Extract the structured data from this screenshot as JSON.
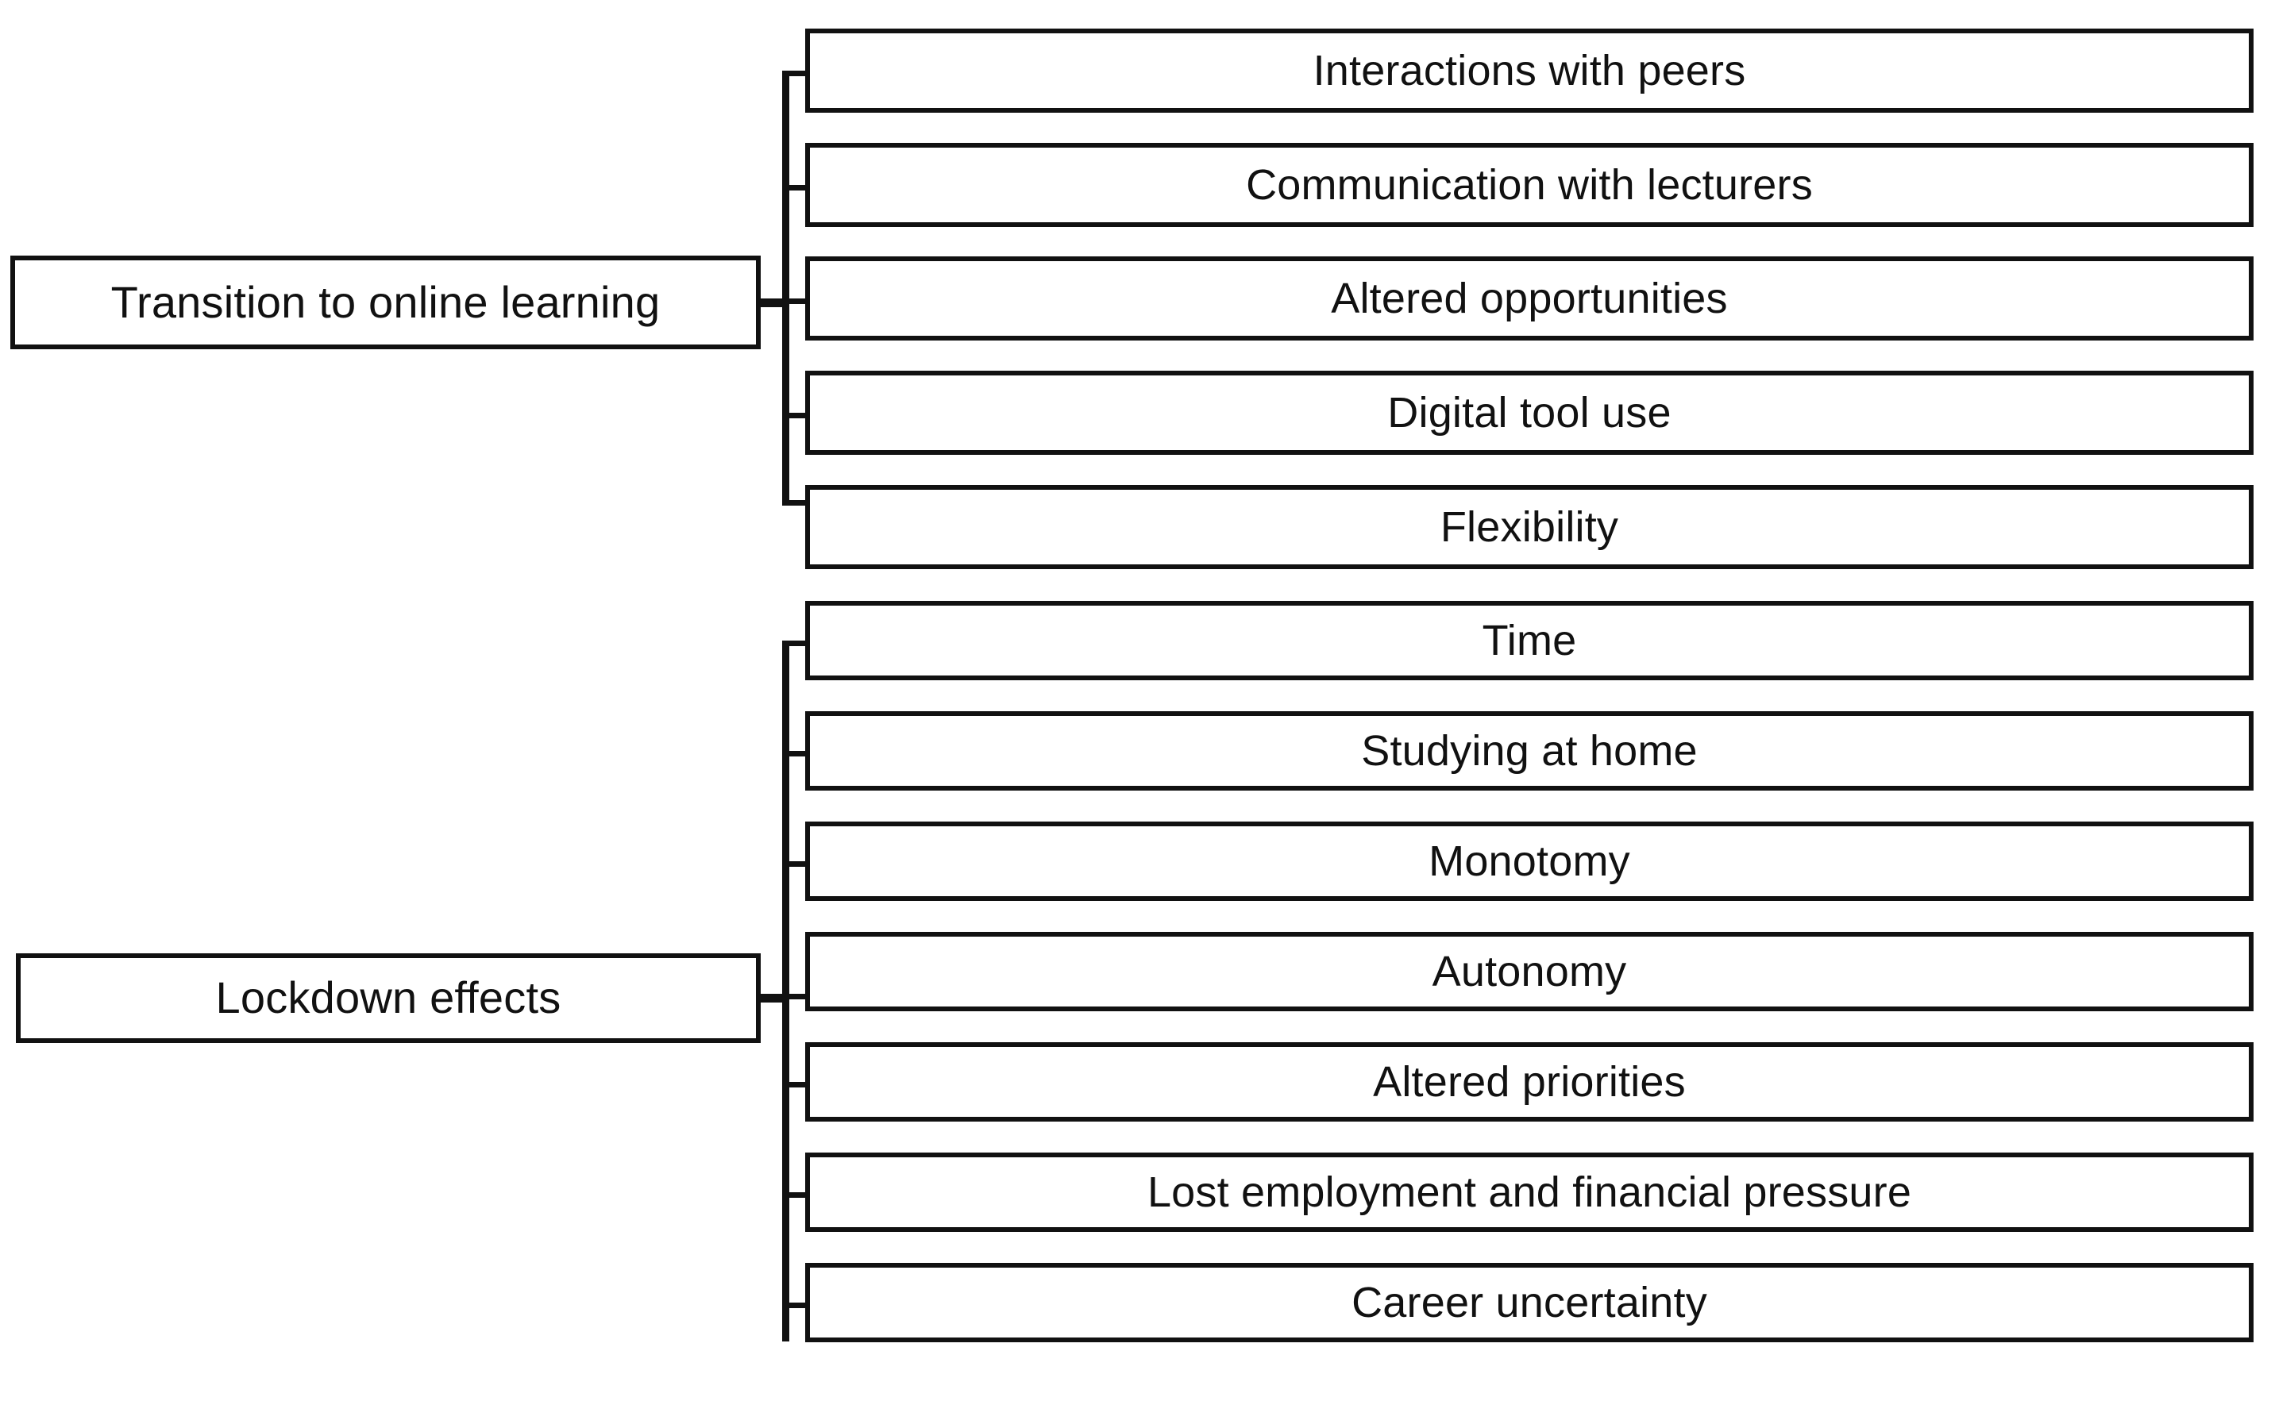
{
  "diagram": {
    "type": "hierarchy-tree",
    "title": "",
    "orientation": "left-to-right",
    "colors": {
      "background": "#ffffff",
      "box_border": "#111111",
      "box_fill": "#ffffff",
      "text": "#111111",
      "connector": "#111111"
    },
    "branches": [
      {
        "id": "transition-to-online-learning",
        "parent_label": "Transition to online learning",
        "children": [
          {
            "label": "Interactions with peers"
          },
          {
            "label": "Communication with lecturers"
          },
          {
            "label": "Altered opportunities"
          },
          {
            "label": "Digital tool use"
          },
          {
            "label": "Flexibility"
          }
        ]
      },
      {
        "id": "lockdown-effects",
        "parent_label": "Lockdown effects",
        "children": [
          {
            "label": "Time"
          },
          {
            "label": "Studying at home"
          },
          {
            "label": "Monotomy"
          },
          {
            "label": "Autonomy"
          },
          {
            "label": "Altered priorities"
          },
          {
            "label": "Lost employment and financial pressure"
          },
          {
            "label": "Career uncertainty"
          }
        ]
      }
    ]
  }
}
